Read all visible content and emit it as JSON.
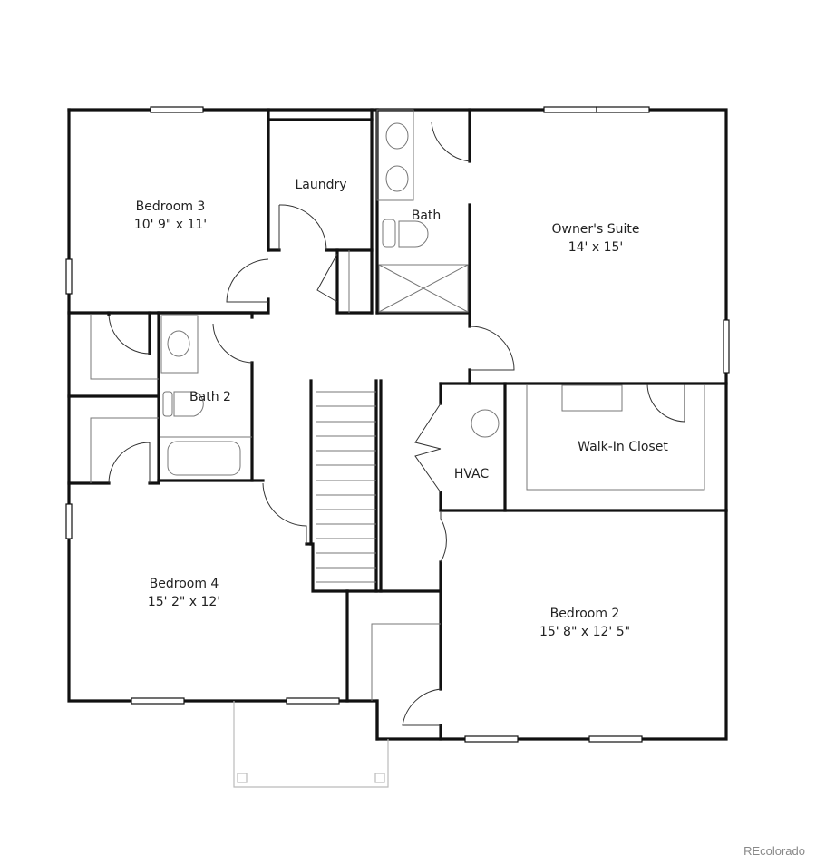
{
  "rooms": {
    "bedroom3": {
      "name": "Bedroom 3",
      "size": "10' 9\" x 11'"
    },
    "laundry": {
      "name": "Laundry"
    },
    "bath": {
      "name": "Bath"
    },
    "owners_suite": {
      "name": "Owner's Suite",
      "size": "14' x 15'"
    },
    "bath2": {
      "name": "Bath 2"
    },
    "hvac": {
      "name": "HVAC"
    },
    "walk_in_closet": {
      "name": "Walk-In Closet"
    },
    "bedroom4": {
      "name": "Bedroom 4",
      "size": "15' 2\" x 12'"
    },
    "bedroom2": {
      "name": "Bedroom 2",
      "size": "15' 8\" x 12' 5\""
    }
  },
  "watermark": "REcolorado"
}
